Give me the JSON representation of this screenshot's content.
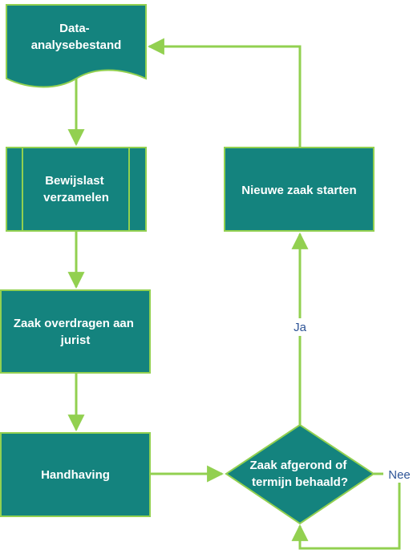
{
  "colors": {
    "node_fill": "#14837e",
    "node_stroke": "#92d050",
    "connector": "#92d050",
    "node_text": "#ffffff",
    "label_text": "#2f5597"
  },
  "nodes": {
    "document": {
      "shape": "document",
      "lines": [
        "Data-",
        "analysebestand"
      ]
    },
    "evidence": {
      "shape": "predefined-process",
      "lines": [
        "Bewijslast",
        "verzamelen"
      ]
    },
    "transfer": {
      "shape": "process",
      "lines": [
        "Zaak overdragen aan",
        "jurist"
      ]
    },
    "enforcement": {
      "shape": "process",
      "lines": [
        "Handhaving"
      ]
    },
    "decision": {
      "shape": "decision",
      "lines": [
        "Zaak afgerond of",
        "termijn behaald?"
      ]
    },
    "new_case": {
      "shape": "process",
      "lines": [
        "Nieuwe zaak starten"
      ]
    }
  },
  "edges": {
    "yes_label": "Ja",
    "no_label": "Nee"
  }
}
